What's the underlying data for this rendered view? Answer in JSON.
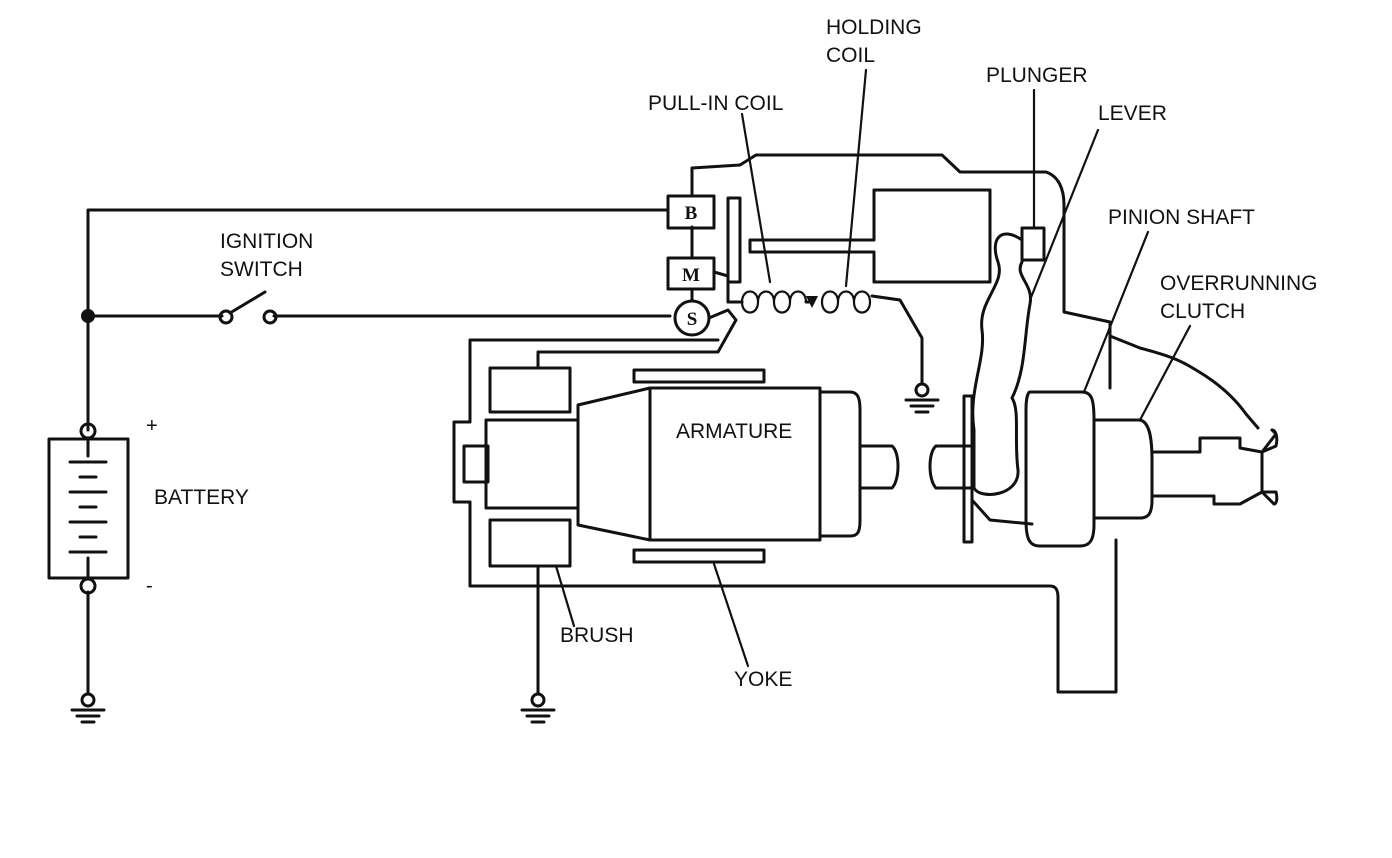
{
  "labels": {
    "holding_coil_1": "HOLDING",
    "holding_coil_2": "COIL",
    "plunger": "PLUNGER",
    "pull_in_coil": "PULL-IN COIL",
    "lever": "LEVER",
    "pinion_shaft": "PINION SHAFT",
    "overrunning_clutch_1": "OVERRUNNING",
    "overrunning_clutch_2": "CLUTCH",
    "ignition_switch_1": "IGNITION",
    "ignition_switch_2": "SWITCH",
    "battery": "BATTERY",
    "armature": "ARMATURE",
    "brush": "BRUSH",
    "yoke": "YOKE"
  },
  "terminals": {
    "b": "B",
    "m": "M",
    "s": "S"
  },
  "battery_signs": {
    "positive": "+",
    "negative": "-"
  }
}
